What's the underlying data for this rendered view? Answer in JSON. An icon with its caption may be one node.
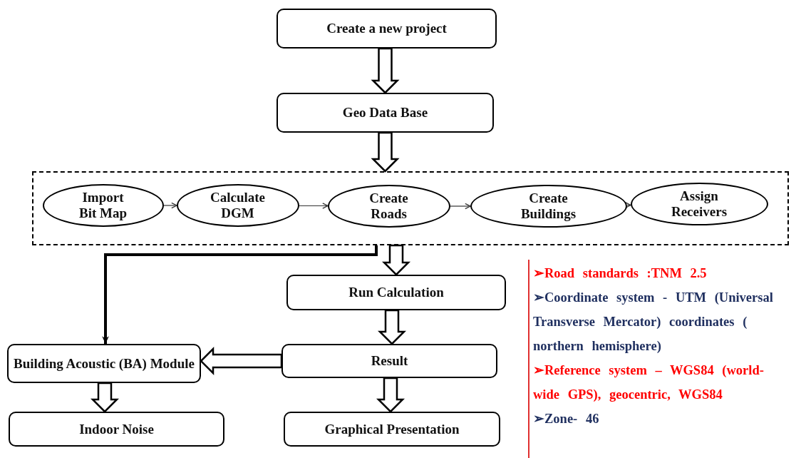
{
  "diagram": {
    "nodes": [
      {
        "text": [
          "Create a new project"
        ]
      },
      {
        "text": [
          "Geo Data Base"
        ]
      },
      {
        "text": [],
        "shape": "box"
      },
      {
        "text": [
          "Import Bit Map"
        ],
        "in": 2
      },
      {
        "text": [
          "Calculate DGM"
        ],
        "in": 2
      },
      {
        "text": [
          "Create Roads"
        ],
        "in": 2
      },
      {
        "text": [
          "Create Buildings"
        ],
        "in": 2
      },
      {
        "text": [
          "Assign Receivers"
        ],
        "in": 2
      },
      {
        "text": [
          "Run Calculation"
        ]
      },
      {
        "text": [
          "Building Acoustic (BA) Module"
        ]
      },
      {
        "text": [
          "Result"
        ]
      },
      {
        "text": [
          "Indoor Noise"
        ]
      },
      {
        "text": [
          "Graphical Presentation"
        ]
      }
    ],
    "edges": [
      {
        "from": 0,
        "to": 1,
        "arrow": "to"
      },
      {
        "from": 1,
        "to": 2,
        "arrow": "to"
      },
      {
        "from": 3,
        "to": 4,
        "arrow": "to"
      },
      {
        "from": 4,
        "to": 5,
        "arrow": "to"
      },
      {
        "from": 5,
        "to": 6,
        "arrow": "to"
      },
      {
        "from": 6,
        "to": 7,
        "arrow": "to"
      },
      {
        "from": 2,
        "to": 8,
        "arrow": "to"
      },
      {
        "from": 2,
        "to": 9,
        "arrow": "to",
        "style": "thick"
      },
      {
        "from": 8,
        "to": 10,
        "arrow": "to"
      },
      {
        "from": 10,
        "to": 9,
        "arrow": "to"
      },
      {
        "from": 9,
        "to": 11,
        "arrow": "to"
      },
      {
        "from": 10,
        "to": 12,
        "arrow": "to"
      }
    ],
    "labels": [
      "➢Road standards :TNM 2.5",
      "➢Coordinate system - UTM (Universal Transverse Mercator) coordinates ( northern hemisphere)",
      "➢Reference system – WGS84 (world-wide GPS), geocentric, WGS84",
      "➢Zone- 46"
    ]
  }
}
